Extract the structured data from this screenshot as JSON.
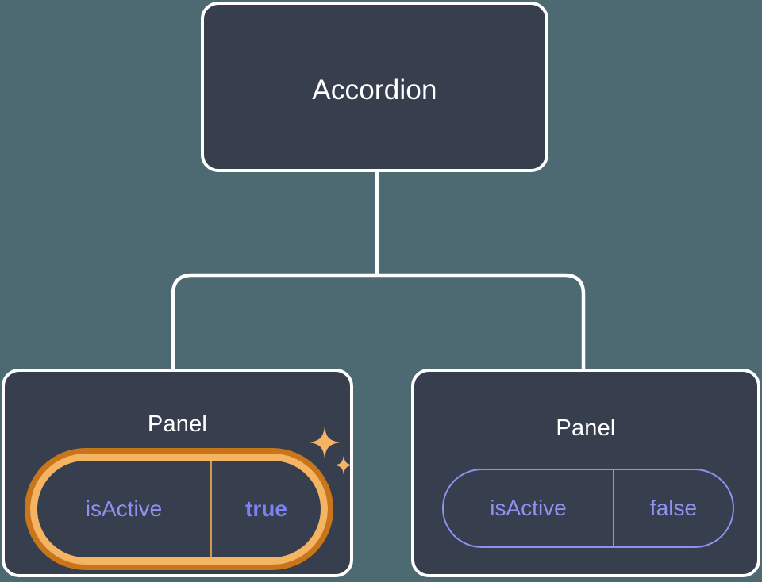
{
  "diagram": {
    "type": "component-tree",
    "background_color": "#4d6972",
    "card_fill_color": "#373e4e",
    "card_border_color": "#ffffff",
    "connector_color": "#ffffff",
    "accent_active_color": "#f5b461",
    "accent_active_glow_color": "#c9761a",
    "accent_inactive_color": "#8e91f0",
    "root": {
      "title": "Accordion"
    },
    "children": [
      {
        "title": "Panel",
        "highlighted": true,
        "state": {
          "key": "isActive",
          "value": "true"
        },
        "sparkles": [
          {
            "name": "sparkle-large"
          },
          {
            "name": "sparkle-small"
          }
        ]
      },
      {
        "title": "Panel",
        "highlighted": false,
        "state": {
          "key": "isActive",
          "value": "false"
        }
      }
    ]
  }
}
